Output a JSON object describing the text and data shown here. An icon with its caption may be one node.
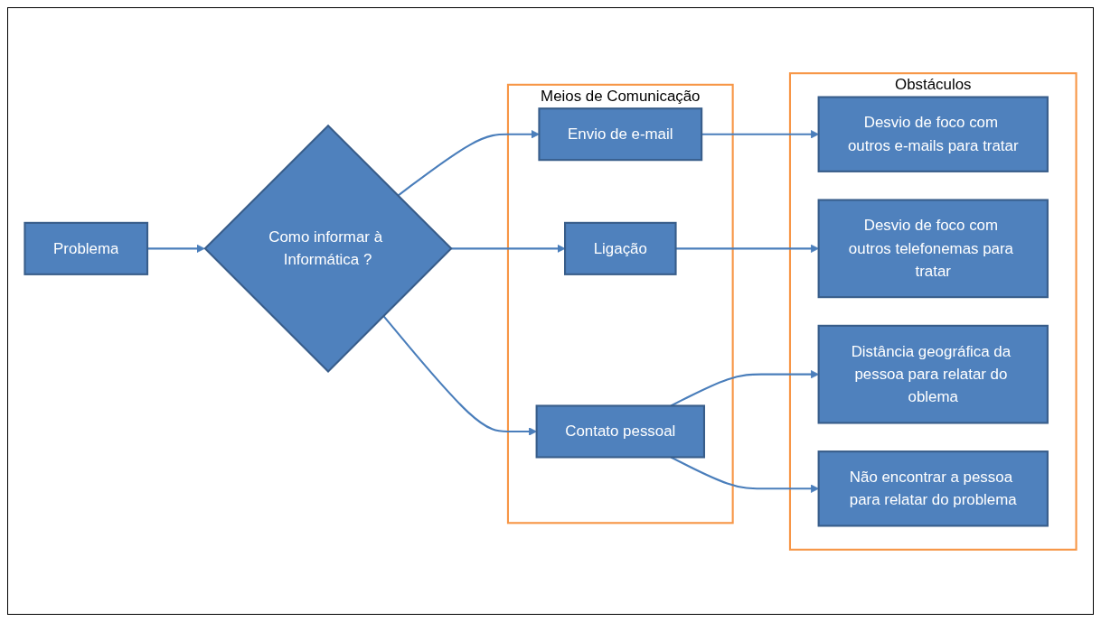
{
  "diagram": {
    "nodes": [
      {
        "text": [
          "Problema"
        ]
      },
      {
        "text": [
          "Como informar à Informática ?"
        ]
      },
      {
        "text": [
          "Meios de Comunicação"
        ]
      },
      {
        "text": [
          "Envio de e-mail"
        ],
        "in": 2
      },
      {
        "text": [
          "Ligação"
        ],
        "in": 2
      },
      {
        "text": [
          "Contato pessoal"
        ],
        "in": 2
      },
      {
        "text": [
          "Obstáculos"
        ]
      },
      {
        "text": [
          "Desvio de foco com outros e-mails para tratar"
        ],
        "in": 6
      },
      {
        "text": [
          "Desvio de foco com outros telefonemas para tratar"
        ],
        "in": 6
      },
      {
        "text": [
          "Distância geográfica da pessoa para relatar do oblema"
        ],
        "in": 6
      },
      {
        "text": [
          "Não encontrar a pessoa para relatar do problema"
        ],
        "in": 6
      }
    ],
    "edges": [
      {
        "from": 0,
        "to": 1,
        "arrow": "to"
      },
      {
        "from": 1,
        "to": 3,
        "arrow": "to"
      },
      {
        "from": 1,
        "to": 4,
        "arrow": "to"
      },
      {
        "from": 1,
        "to": 5,
        "arrow": "to"
      },
      {
        "from": 3,
        "to": 7,
        "arrow": "to"
      },
      {
        "from": 4,
        "to": 8,
        "arrow": "to"
      },
      {
        "from": 5,
        "to": 9,
        "arrow": "to"
      },
      {
        "from": 5,
        "to": 10,
        "arrow": "to"
      }
    ]
  }
}
